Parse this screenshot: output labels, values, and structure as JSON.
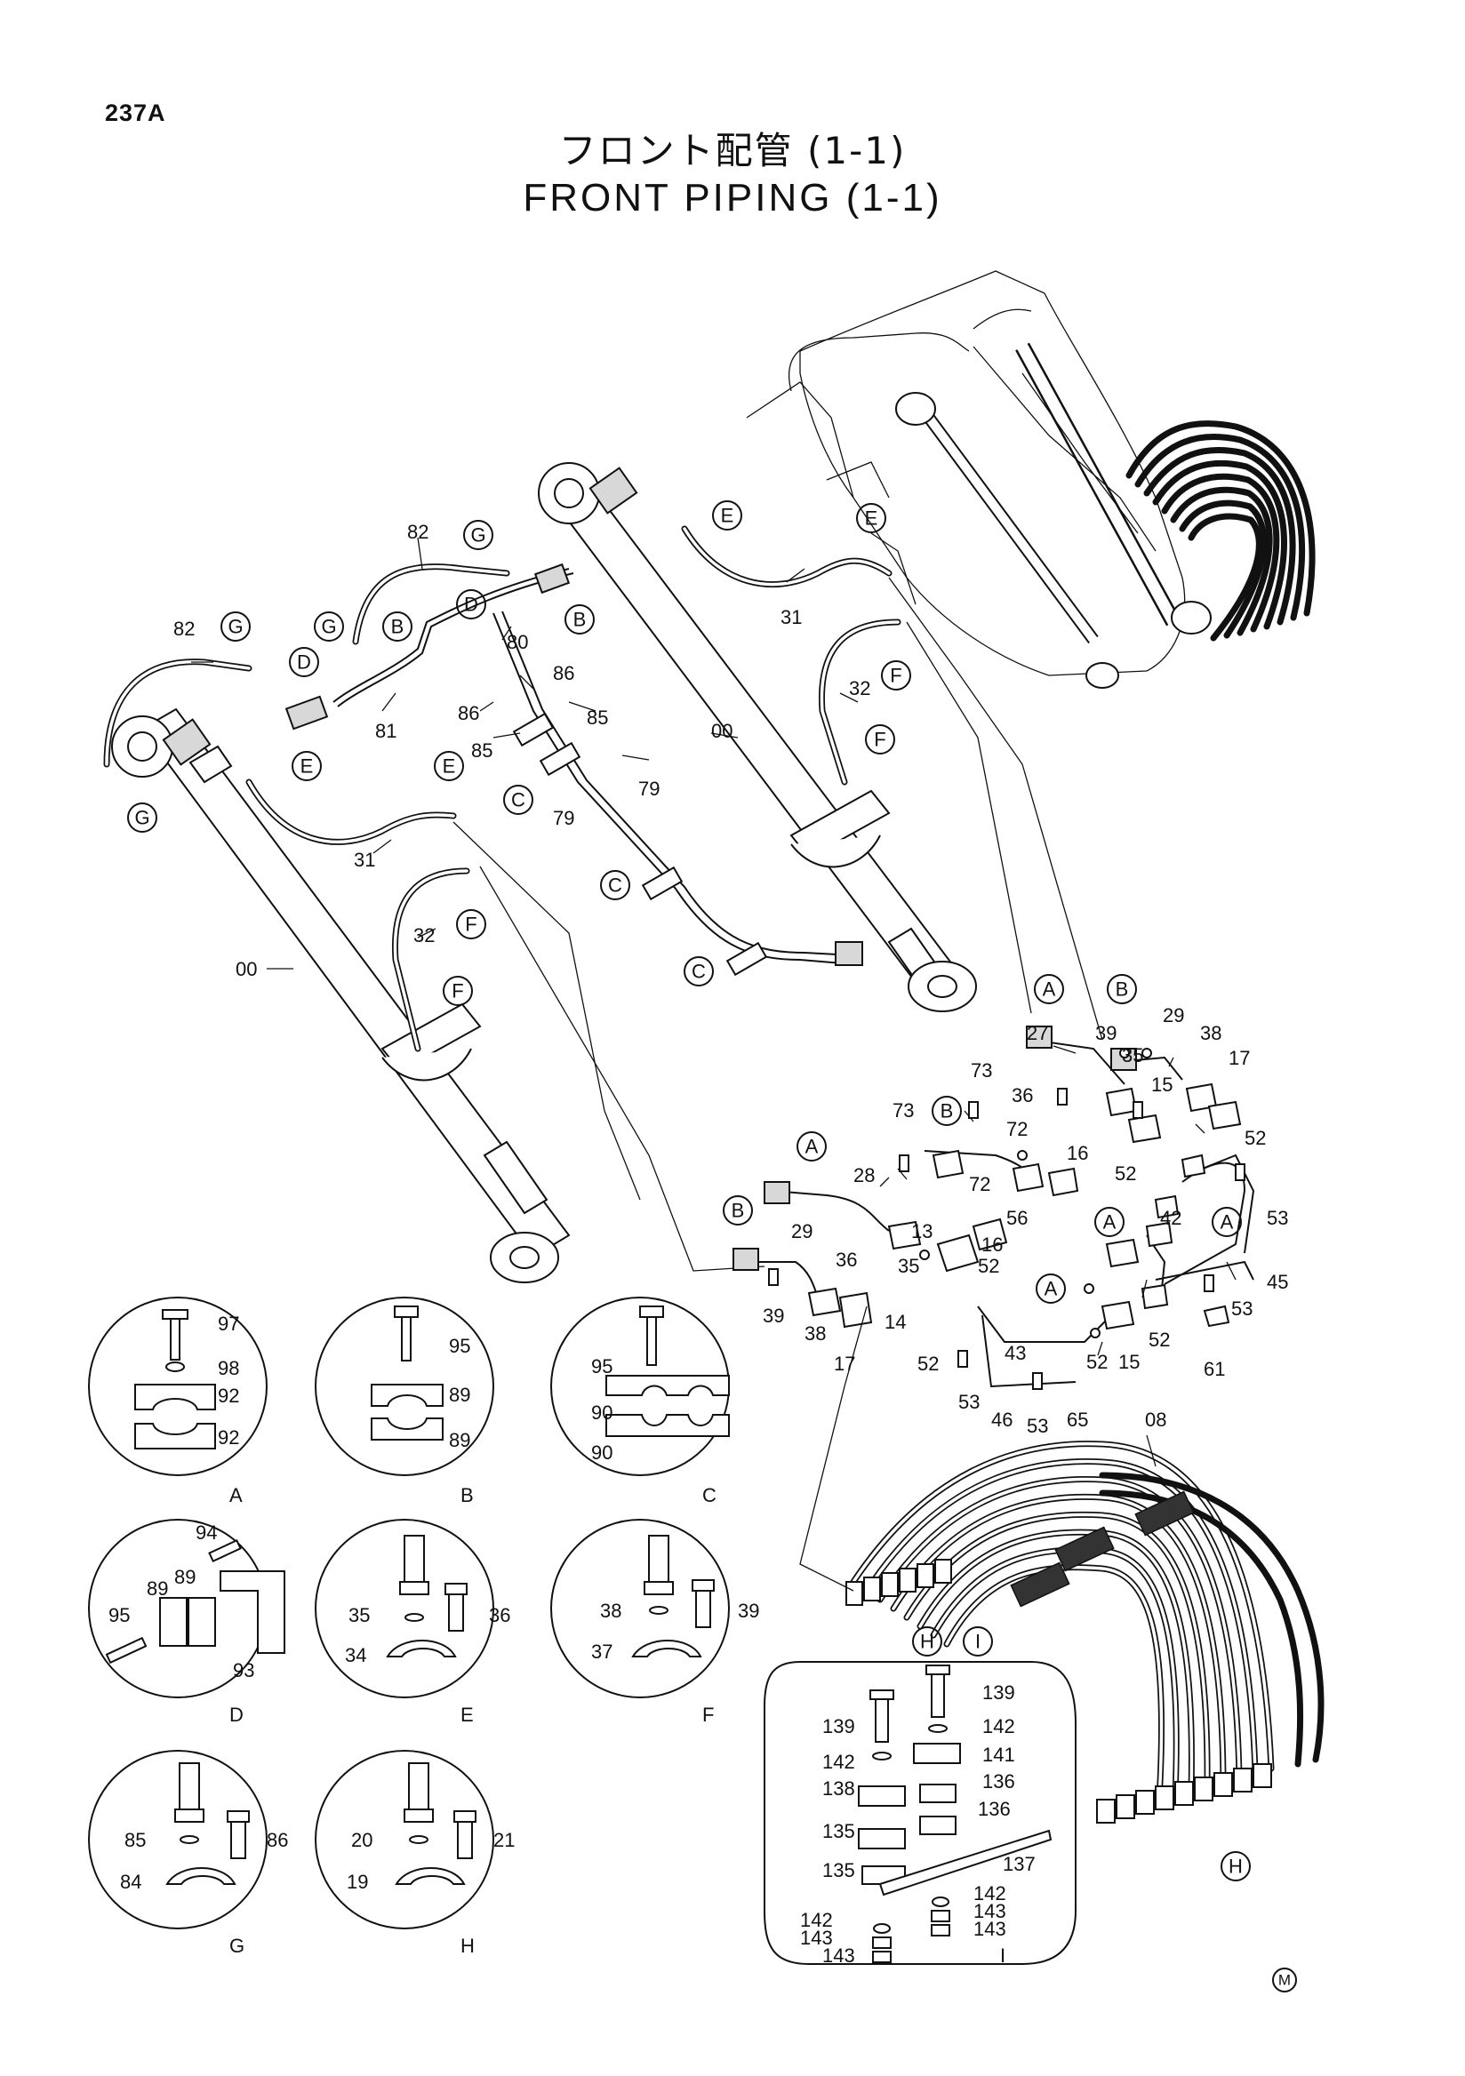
{
  "page_number": "237A",
  "title_jp": "フロント配管 (1-1)",
  "title_en": "FRONT PIPING (1-1)",
  "footer_mark": "M",
  "callouts": {
    "A": "A",
    "B": "B",
    "C": "C",
    "D": "D",
    "E": "E",
    "F": "F",
    "G": "G",
    "H": "H",
    "I": "I"
  },
  "main_parts": {
    "p82": "82",
    "p81": "81",
    "p80": "80",
    "p79": "79",
    "p86": "86",
    "p85": "85",
    "p00": "00",
    "p31": "31",
    "p32": "32",
    "p08": "08",
    "p27": "27",
    "p28": "28",
    "p29": "29",
    "p38": "38",
    "p17": "17",
    "p73": "73",
    "p36": "36",
    "p35": "35",
    "p15": "15",
    "p72": "72",
    "p16": "16",
    "p56": "56",
    "p13": "13",
    "p39": "39",
    "p14": "14",
    "p52": "52",
    "p53": "53",
    "p42": "42",
    "p45": "45",
    "p61": "61",
    "p43": "43",
    "p46": "46",
    "p65": "65"
  },
  "details": {
    "A": {
      "letter": "A",
      "parts": [
        "97",
        "98",
        "92",
        "92"
      ]
    },
    "B": {
      "letter": "B",
      "parts": [
        "95",
        "89",
        "89"
      ]
    },
    "C": {
      "letter": "C",
      "parts": [
        "95",
        "90",
        "90"
      ]
    },
    "D": {
      "letter": "D",
      "parts": [
        "94",
        "89",
        "89",
        "95",
        "93"
      ]
    },
    "E": {
      "letter": "E",
      "parts": [
        "35",
        "36",
        "34"
      ]
    },
    "F": {
      "letter": "F",
      "parts": [
        "38",
        "39",
        "37"
      ]
    },
    "G": {
      "letter": "G",
      "parts": [
        "85",
        "86",
        "84"
      ]
    },
    "H": {
      "letter": "H",
      "parts": [
        "20",
        "21",
        "19"
      ]
    },
    "I": {
      "letter": "I",
      "parts": [
        "139",
        "139",
        "142",
        "142",
        "141",
        "138",
        "136",
        "136",
        "135",
        "135",
        "137",
        "142",
        "143",
        "143",
        "142",
        "143",
        "143"
      ]
    }
  }
}
